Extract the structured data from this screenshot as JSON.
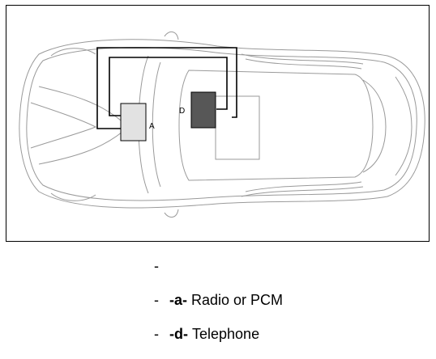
{
  "figure": {
    "label_a": "A",
    "label_d": "D"
  },
  "legend": {
    "items": [
      {
        "dash": "-",
        "code": "",
        "text": ""
      },
      {
        "dash": "-",
        "code": "-a-",
        "text": "Radio or PCM"
      },
      {
        "dash": "-",
        "code": "-d-",
        "text": "Telephone"
      }
    ]
  },
  "colors": {
    "component_a_fill": "#e2e2e2",
    "component_d_fill": "#575757",
    "line": "#000000",
    "outline": "#aaaaaa"
  }
}
